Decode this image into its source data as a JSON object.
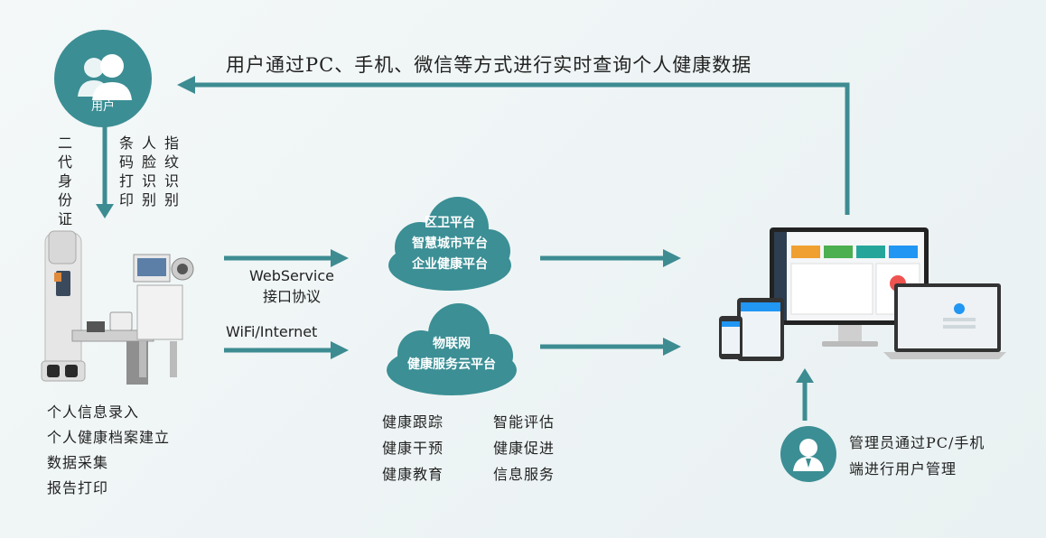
{
  "top_flow_text": "用户通过PC、手机、微信等方式进行实时查询个人健康数据",
  "user": {
    "label": "用户"
  },
  "id_methods": [
    {
      "text": "二代身份证"
    },
    {
      "text": "条码打印"
    },
    {
      "text": "人脸识别"
    },
    {
      "text": "指纹识别"
    }
  ],
  "kiosk_features": [
    "个人信息录入",
    "个人健康档案建立",
    "数据采集",
    "报告打印"
  ],
  "protocols": {
    "webservice_line1": "WebService",
    "webservice_line2": "接口协议",
    "wifi": "WiFi/Internet"
  },
  "cloud1": {
    "line1": "区卫平台",
    "line2": "智慧城市平台",
    "line3": "企业健康平台"
  },
  "cloud2": {
    "line1": "物联网",
    "line2": "健康服务云平台"
  },
  "services_left": [
    "健康跟踪",
    "健康干预",
    "健康教育"
  ],
  "services_right": [
    "智能评估",
    "健康促进",
    "信息服务"
  ],
  "admin": {
    "line1": "管理员通过PC/手机",
    "line2": "端进行用户管理"
  },
  "colors": {
    "accent": "#3d8c92",
    "cloud": "#3b8f95"
  }
}
